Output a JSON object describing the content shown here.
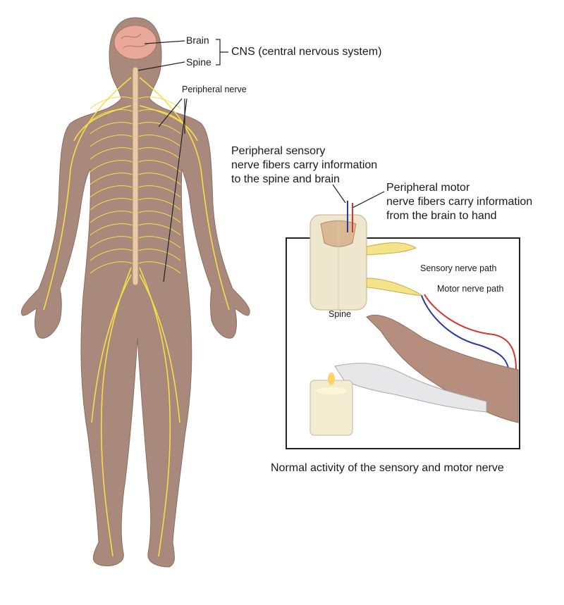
{
  "labels": {
    "brain": "Brain",
    "spine": "Spine",
    "cns": "CNS (central nervous system)",
    "peripheral_nerve": "Peripheral nerve",
    "sensory_fibers": [
      "Peripheral sensory",
      "nerve fibers carry information",
      "to the spine and brain"
    ],
    "motor_fibers": [
      "Peripheral motor",
      "nerve fibers carry information",
      "from the brain to hand"
    ],
    "sensory_path": "Sensory nerve path",
    "motor_path": "Motor nerve path",
    "inset_spine": "Spine",
    "caption": "Normal activity of the sensory and motor nerve"
  },
  "colors": {
    "skin": "#a8897c",
    "nerve": "#f2e04a",
    "brain": "#e8a99a",
    "sensory": "#2b3a9c",
    "motor": "#d4372c",
    "spinal_cord": "#efe6cf"
  }
}
